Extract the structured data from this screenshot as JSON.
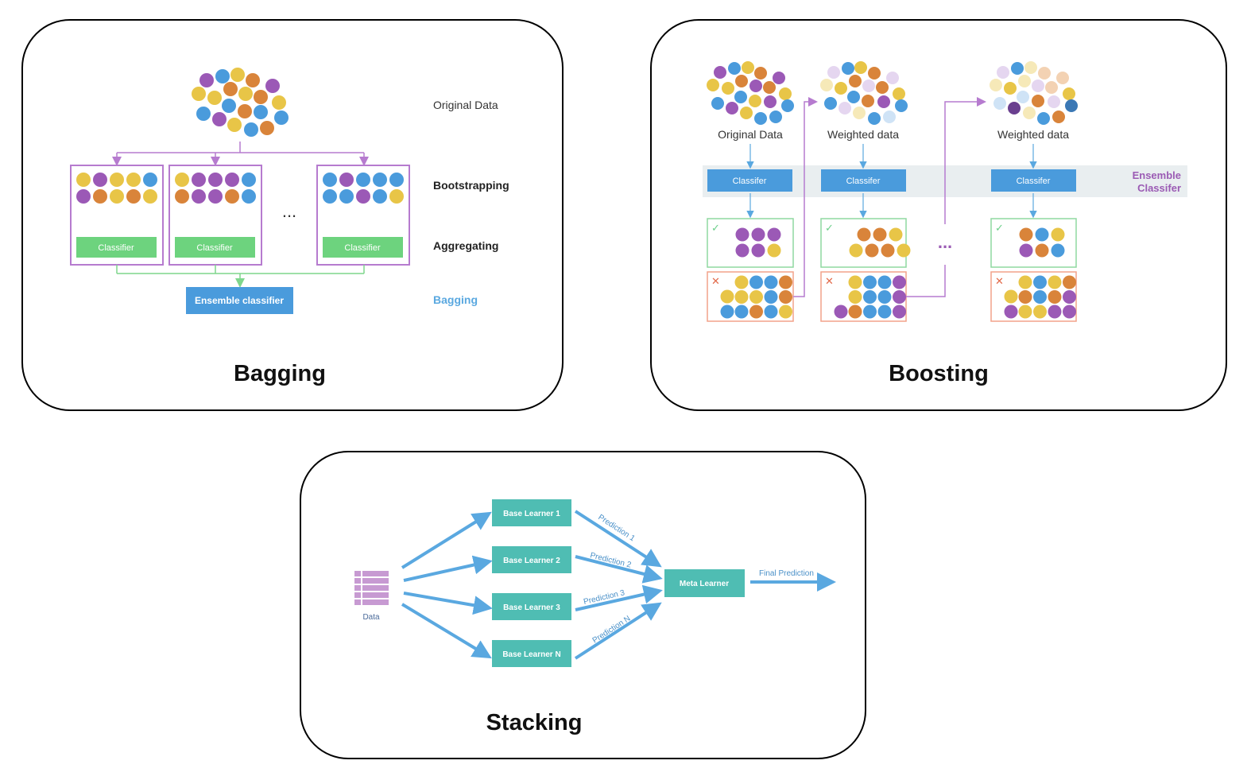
{
  "colors": {
    "purple": "#9b59b6",
    "yellow": "#e8c547",
    "orange": "#d9843a",
    "blue": "#4a9bdc",
    "green": "#6dd37e",
    "teal": "#4fbdb3",
    "border_purple": "#b67bcf",
    "arrow_blue": "#5aa8e0",
    "miss_red": "#e26a4a",
    "ok_green": "#6ccf8a"
  },
  "bagging": {
    "title": "Bagging",
    "original_data": "Original Data",
    "bootstrapping": "Bootstrapping",
    "aggregating": "Aggregating",
    "bagging_label": "Bagging",
    "classifier": "Classifier",
    "ellipsis": "...",
    "ensemble": "Ensemble classifier"
  },
  "boosting": {
    "title": "Boosting",
    "original_data": "Original Data",
    "weighted_data_1": "Weighted data",
    "weighted_data_2": "Weighted data",
    "classifier": "Classifer",
    "ensemble_line1": "Ensemble",
    "ensemble_line2": "Classifer",
    "ellipsis": "...",
    "check_icon": "✓",
    "cross_icon": "✕"
  },
  "stacking": {
    "title": "Stacking",
    "data_label": "Data",
    "base_learners": [
      "Base Learner 1",
      "Base Learner 2",
      "Base Learner 3",
      "Base Learner N"
    ],
    "predictions": [
      "Prediction 1",
      "Prediction 2",
      "Prediction 3",
      "Prediction N"
    ],
    "meta_learner": "Meta Learner",
    "final_prediction": "Final Prediction"
  }
}
